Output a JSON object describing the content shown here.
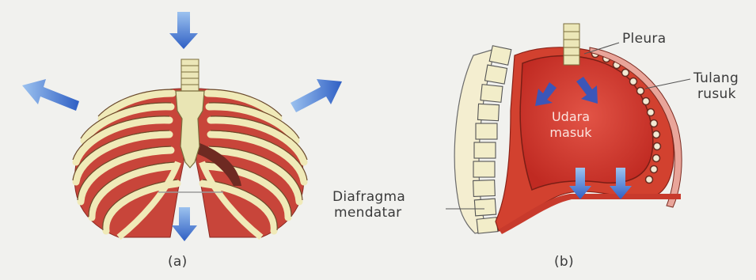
{
  "panels": [
    {
      "caption": "(a)"
    },
    {
      "caption": "(b)"
    }
  ],
  "labels": {
    "pleura": "Pleura",
    "tulang_rusuk_line1": "Tulang",
    "tulang_rusuk_line2": "rusuk",
    "udara_masuk_line1": "Udara",
    "udara_masuk_line2": "masuk",
    "diafragma_line1": "Diafragma",
    "diafragma_line2": "mendatar"
  },
  "colors": {
    "lung_red": "#cf3a30",
    "bone": "#f1ecc0",
    "arrow_blue": "#3f6fd0",
    "background": "#f1f1ee"
  },
  "icons": [
    "expand-arrow-icon"
  ]
}
